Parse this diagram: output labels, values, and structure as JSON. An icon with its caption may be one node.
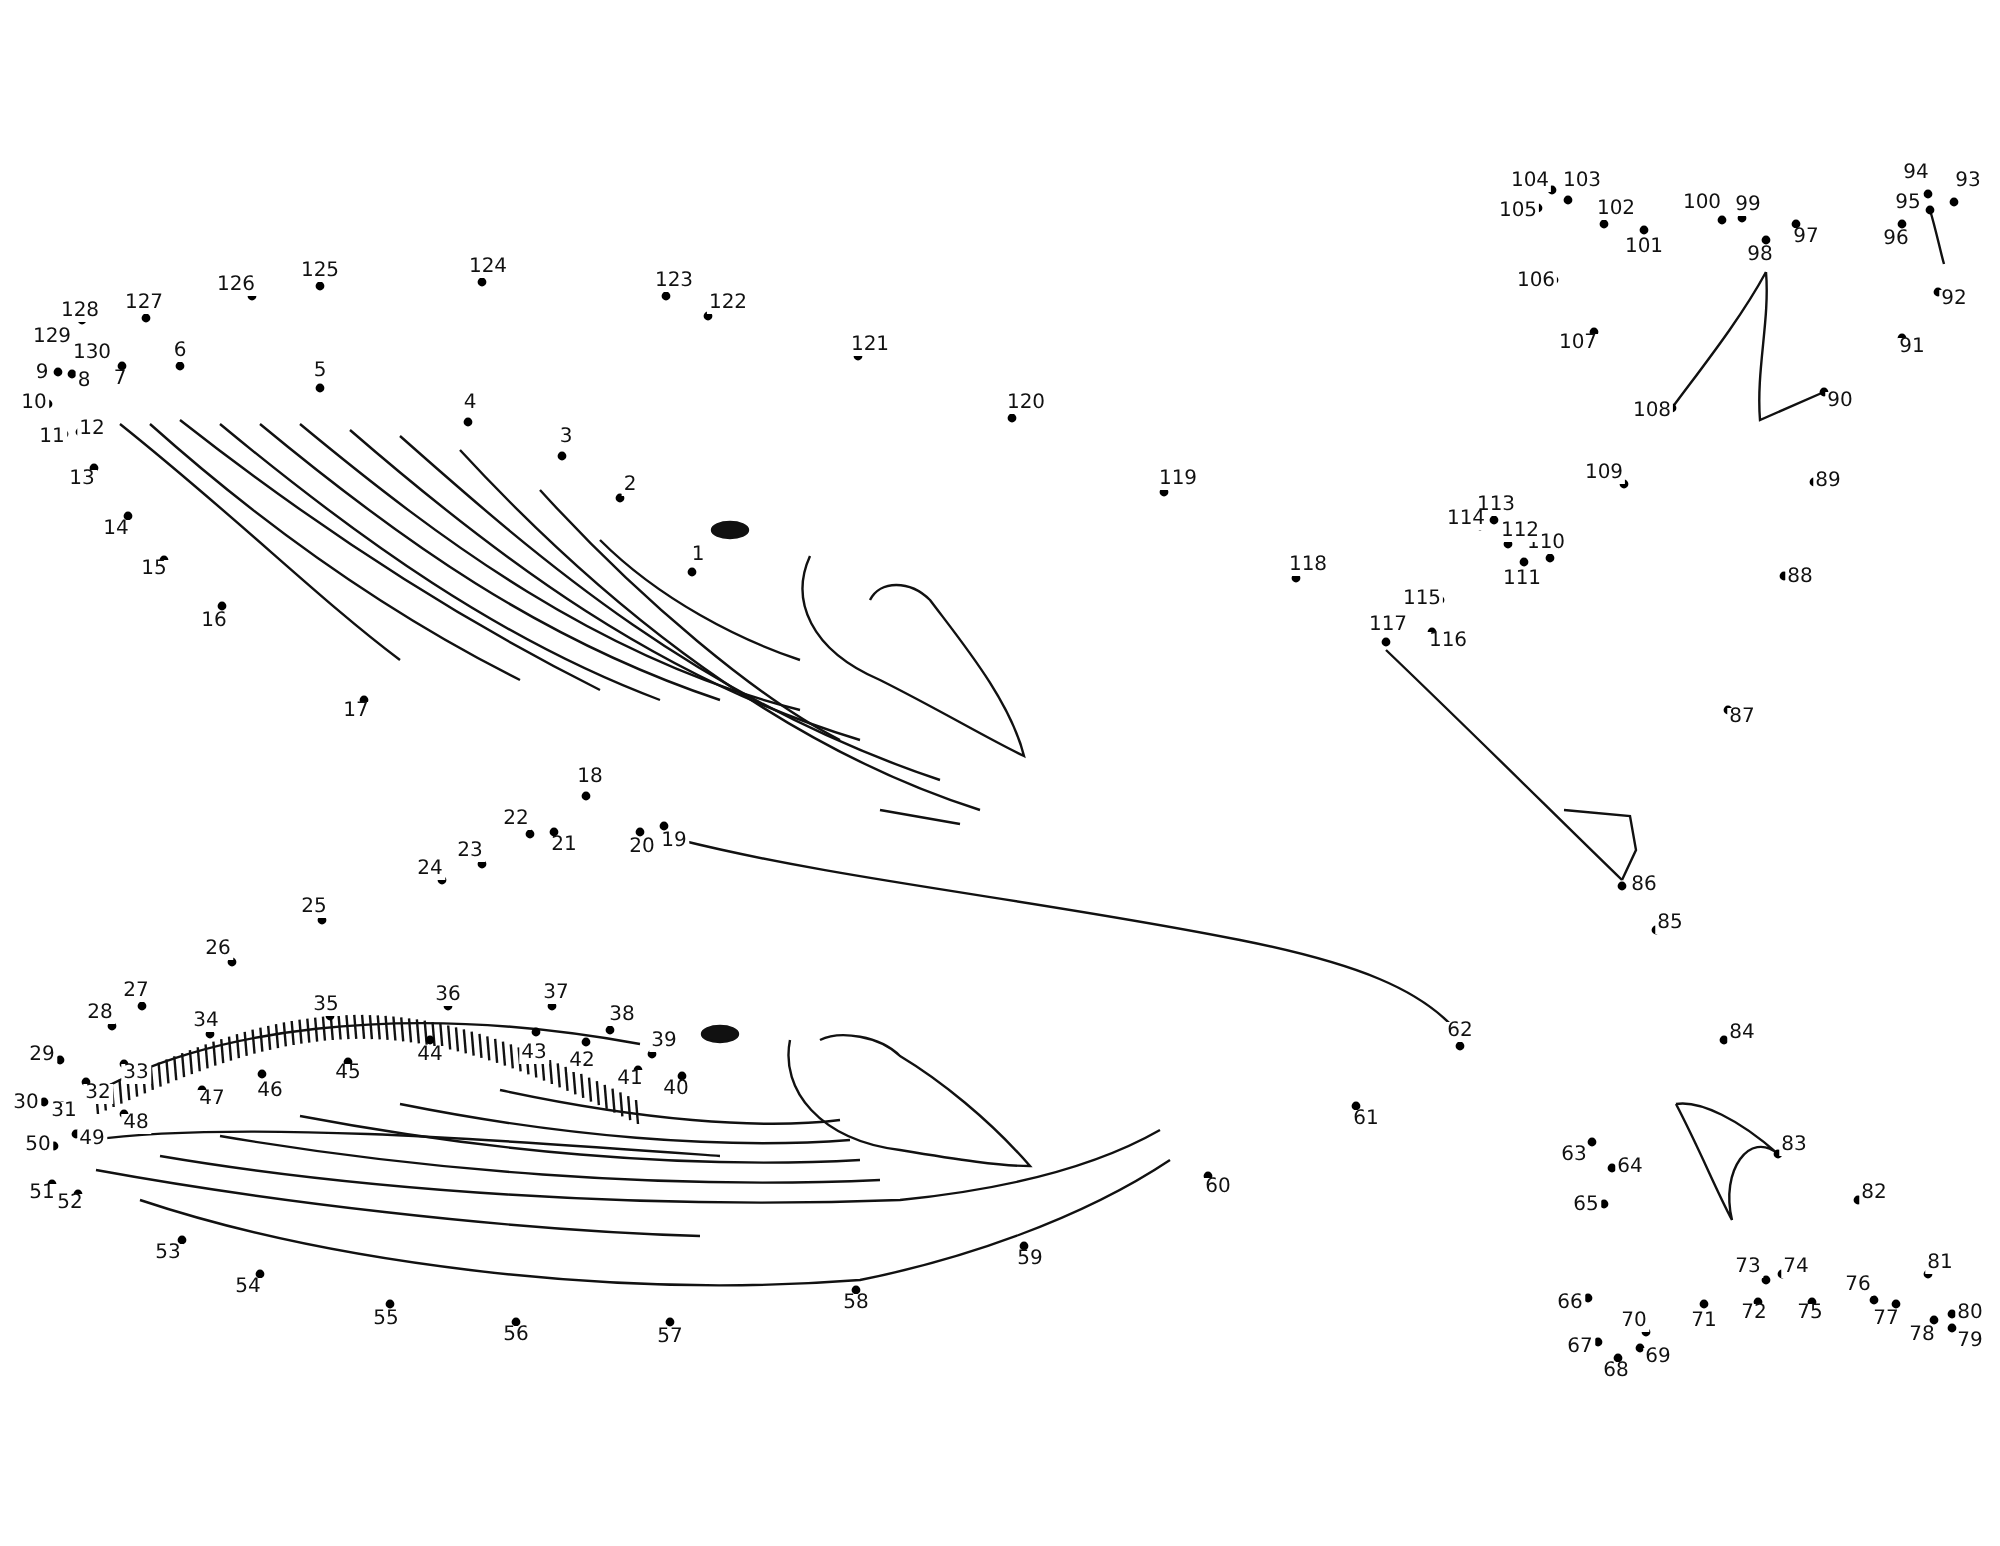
{
  "diagram": {
    "labels": [
      "1",
      "2",
      "3",
      "4",
      "5",
      "6",
      "7",
      "8",
      "9",
      "10",
      "11",
      "12",
      "13",
      "14",
      "15",
      "16",
      "17",
      "18",
      "19",
      "20",
      "21",
      "22",
      "23",
      "24",
      "25",
      "26",
      "27",
      "28",
      "29",
      "30",
      "31",
      "32",
      "33",
      "34",
      "35",
      "36",
      "37",
      "38",
      "39",
      "40",
      "41",
      "42",
      "43",
      "44",
      "45",
      "46",
      "47",
      "48",
      "49",
      "50",
      "51",
      "52",
      "53",
      "54",
      "55",
      "56",
      "57",
      "58",
      "59",
      "60",
      "61",
      "62",
      "63",
      "64",
      "65",
      "66",
      "67",
      "68",
      "69",
      "70",
      "71",
      "72",
      "73",
      "74",
      "75",
      "76",
      "77",
      "78",
      "79",
      "80",
      "81",
      "82",
      "83",
      "84",
      "85",
      "86",
      "87",
      "88",
      "89",
      "90",
      "91",
      "92",
      "93",
      "94",
      "95",
      "96",
      "97",
      "98",
      "99",
      "100",
      "101",
      "102",
      "103",
      "104",
      "105",
      "106",
      "107",
      "108",
      "109",
      "110",
      "111",
      "112",
      "113",
      "114",
      "115",
      "116",
      "117",
      "118",
      "119",
      "120",
      "121",
      "122",
      "123",
      "124",
      "125",
      "126",
      "127",
      "128",
      "129",
      "130"
    ]
  }
}
